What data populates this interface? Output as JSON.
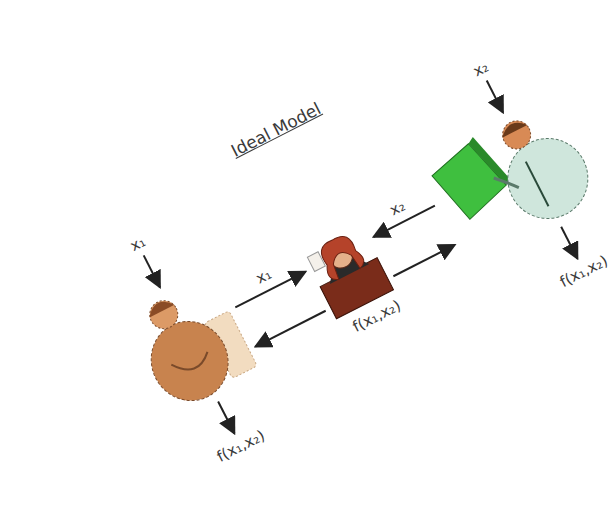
{
  "diagram": {
    "title": "Ideal Model",
    "nodes": [
      {
        "text": [
          "x₁",
          "f(x₁,x₂)"
        ]
      },
      {
        "text": [
          "f(x₁,x₂)"
        ]
      },
      {
        "text": [
          "x₂",
          "f(x₁,x₂)"
        ]
      }
    ],
    "edges": [
      {
        "from": 0,
        "to": 1,
        "label": "x₁",
        "arrow": "to"
      },
      {
        "from": 1,
        "to": 0,
        "arrow": "to"
      },
      {
        "from": 2,
        "to": 1,
        "label": "x₂",
        "arrow": "to"
      },
      {
        "from": 1,
        "to": 2,
        "arrow": "to"
      }
    ]
  }
}
